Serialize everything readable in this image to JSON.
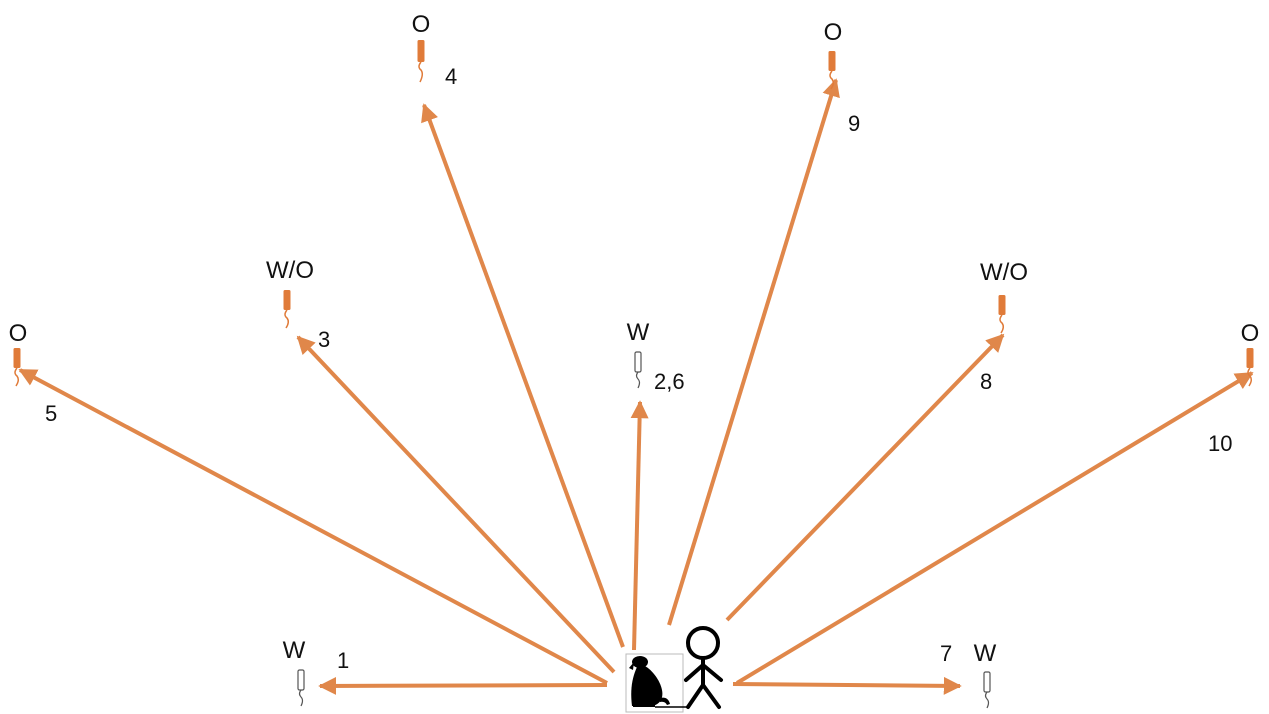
{
  "colors": {
    "arrow": "#E0874A",
    "dummy_filled": "#E07B39",
    "dummy_empty": "#ffffff",
    "outline": "#555555",
    "figure": "#000000"
  },
  "handler": {
    "icon": "stick-figure-icon"
  },
  "dog": {
    "icon": "dog-silhouette-icon"
  },
  "targets": [
    {
      "id": "t1",
      "type_label": "W",
      "order_label": "1",
      "filled": false
    },
    {
      "id": "t5",
      "type_label": "O",
      "order_label": "5",
      "filled": true
    },
    {
      "id": "t3",
      "type_label": "W/O",
      "order_label": "3",
      "filled": true
    },
    {
      "id": "t4",
      "type_label": "O",
      "order_label": "4",
      "filled": true
    },
    {
      "id": "t26",
      "type_label": "W",
      "order_label": "2,6",
      "filled": false
    },
    {
      "id": "t9",
      "type_label": "O",
      "order_label": "9",
      "filled": true
    },
    {
      "id": "t8",
      "type_label": "W/O",
      "order_label": "8",
      "filled": true
    },
    {
      "id": "t10",
      "type_label": "O",
      "order_label": "10",
      "filled": true
    },
    {
      "id": "t7",
      "type_label": "W",
      "order_label": "7",
      "filled": false
    }
  ]
}
